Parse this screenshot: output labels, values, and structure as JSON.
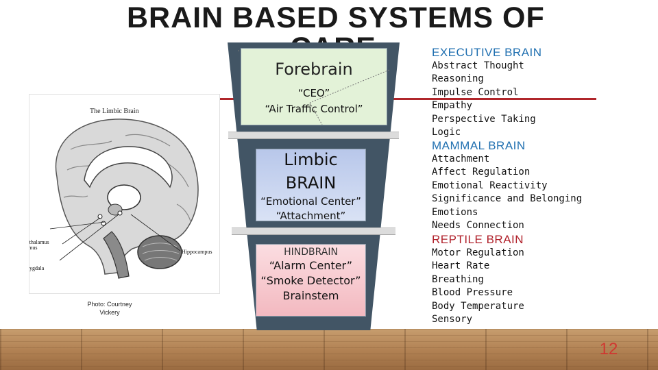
{
  "title": {
    "line1": "BRAIN BASED SYSTEMS OF",
    "line2": "CARE"
  },
  "funnel": {
    "forebrain": {
      "title": "Forebrain",
      "sub1": "“CEO”",
      "sub2": "“Air Traffic Control”"
    },
    "limbic": {
      "title1": "Limbic",
      "title2": "BRAIN",
      "sub1": "“Emotional Center”",
      "sub2": "“Attachment”"
    },
    "hindbrain": {
      "title": "HINDBRAIN",
      "sub1": "“Alarm Center”",
      "sub2": "“Smoke Detector”",
      "sub3": "Brainstem"
    }
  },
  "brain_image": {
    "caption": "The Limbic Brain",
    "labels": {
      "thalamus": "Thalamus",
      "hypothalamus": "Hypothalamus",
      "amygdala": "Amygdala",
      "hippocampus": "Hippocampus"
    },
    "credit": "Photo: Courtney Vickery"
  },
  "executive": {
    "heading": "EXECUTIVE BRAIN",
    "items": [
      "Abstract Thought",
      "Reasoning",
      "Impulse Control",
      "Empathy",
      "Perspective Taking",
      "Logic"
    ]
  },
  "mammal": {
    "heading": "MAMMAL BRAIN",
    "items": [
      "Attachment",
      "Affect Regulation",
      "Emotional Reactivity",
      "Significance and Belonging",
      "Emotions",
      "Needs Connection"
    ]
  },
  "reptile": {
    "heading": "REPTILE BRAIN",
    "items": [
      "Motor Regulation",
      "Heart Rate",
      "Breathing",
      "Blood Pressure",
      "Body Temperature",
      "Sensory"
    ]
  },
  "page_number": "12",
  "colors": {
    "accent_red": "#b0262b",
    "funnel": "#425565",
    "blue_heading": "#1f6fb0",
    "red_heading": "#b0202a"
  }
}
